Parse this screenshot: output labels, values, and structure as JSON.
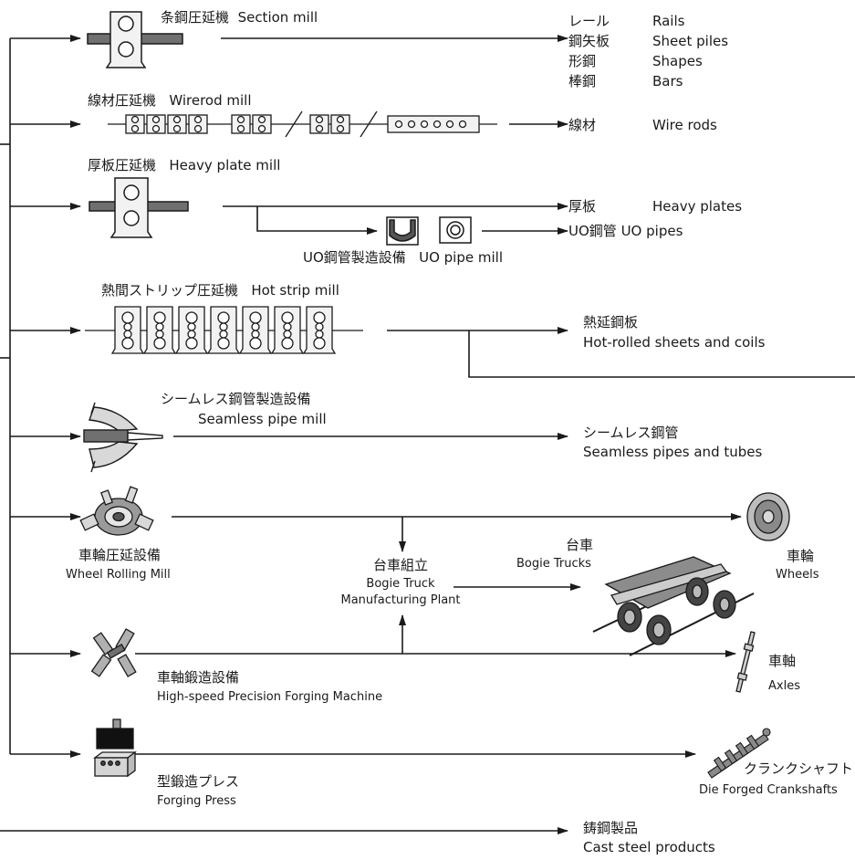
{
  "mills": {
    "section": {
      "ja": "条鋼圧延機",
      "en": "Section mill"
    },
    "wirerod": {
      "ja": "線材圧延機",
      "en": "Wirerod mill"
    },
    "heavy_plate": {
      "ja": "厚板圧延機",
      "en": "Heavy plate mill"
    },
    "uo_pipe": {
      "ja": "UO鋼管製造設備",
      "en": "UO pipe mill"
    },
    "hot_strip": {
      "ja": "熱間ストリップ圧延機",
      "en": "Hot strip mill"
    },
    "seamless": {
      "ja": "シームレス鋼管製造設備",
      "en": "Seamless pipe mill"
    },
    "wheel": {
      "ja": "車輪圧延設備",
      "en": "Wheel Rolling Mill"
    },
    "bogie_assembly": {
      "ja": "台車組立",
      "en1": "Bogie Truck",
      "en2": "Manufacturing Plant"
    },
    "axle": {
      "ja": "車軸鍛造設備",
      "en": "High-speed Precision Forging Machine"
    },
    "press": {
      "ja": "型鍛造プレス",
      "en": "Forging Press"
    }
  },
  "products": {
    "section": [
      {
        "ja": "レール",
        "en": "Rails"
      },
      {
        "ja": "鋼矢板",
        "en": "Sheet piles"
      },
      {
        "ja": "形鋼",
        "en": "Shapes"
      },
      {
        "ja": "棒鋼",
        "en": "Bars"
      }
    ],
    "wire_rods": {
      "ja": "線材",
      "en": "Wire rods"
    },
    "heavy_plates": {
      "ja": "厚板",
      "en": "Heavy plates"
    },
    "uo_pipes": {
      "ja": "UO鋼管",
      "en": "UO pipes"
    },
    "hot_rolled": {
      "ja": "熱延鋼板",
      "en": "Hot-rolled sheets and coils"
    },
    "seamless": {
      "ja": "シームレス鋼管",
      "en": "Seamless pipes and tubes"
    },
    "bogie_trucks": {
      "ja": "台車",
      "en": "Bogie Trucks"
    },
    "wheels": {
      "ja": "車輪",
      "en": "Wheels"
    },
    "axles": {
      "ja": "車軸",
      "en": "Axles"
    },
    "crankshafts": {
      "ja": "クランクシャフト",
      "en": "Die Forged Crankshafts"
    },
    "cast_steel": {
      "ja": "鋳鋼製品",
      "en": "Cast steel products"
    }
  },
  "colors": {
    "line": "#1a1a1a",
    "equipment_fill": "#f2f2f2",
    "steel": "#707070"
  }
}
